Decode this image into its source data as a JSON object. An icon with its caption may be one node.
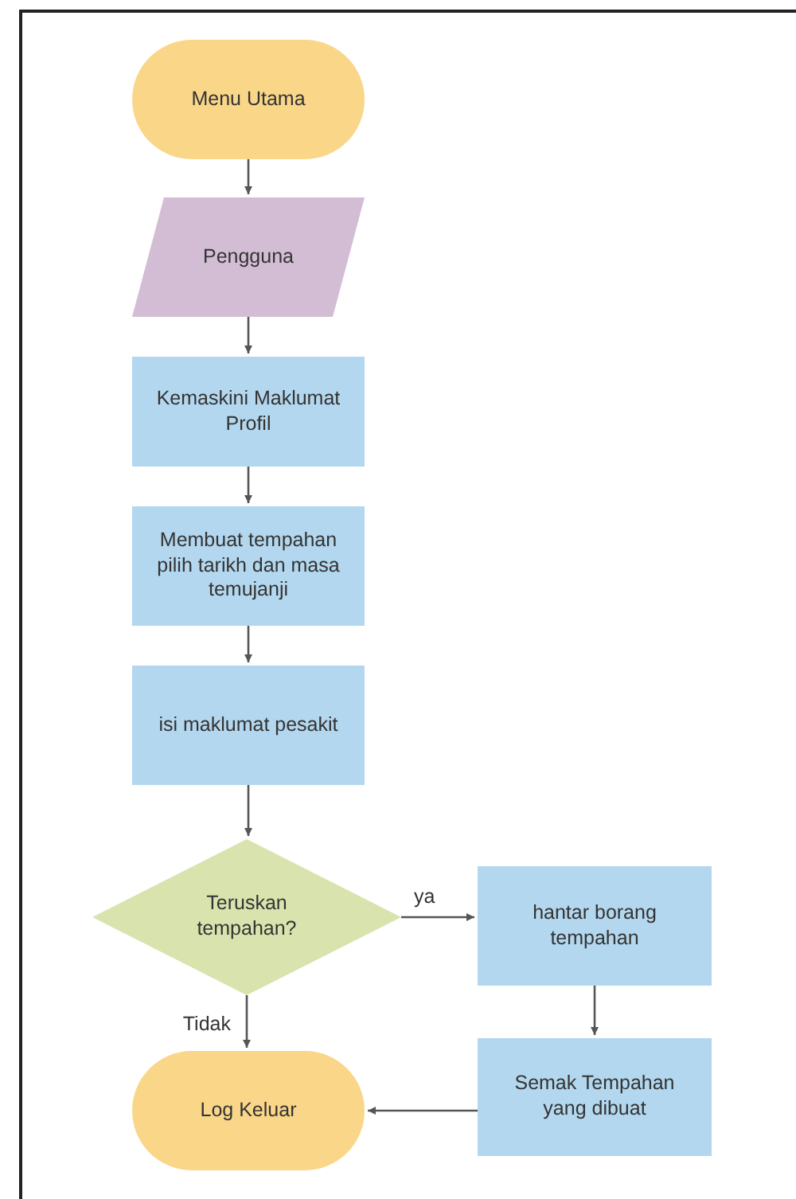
{
  "diagram": {
    "nodes": [
      {
        "text": [
          "Menu Utama"
        ]
      },
      {
        "text": [
          "Pengguna"
        ]
      },
      {
        "text": [
          "Kemaskini Maklumat Profil"
        ]
      },
      {
        "text": [
          "Membuat tempahan pilih tarikh dan masa temujanji"
        ]
      },
      {
        "text": [
          "isi maklumat pesakit"
        ]
      },
      {
        "text": [
          "Teruskan tempahan?"
        ]
      },
      {
        "text": [
          "hantar borang tempahan"
        ]
      },
      {
        "text": [
          "Semak Tempahan yang dibuat"
        ]
      },
      {
        "text": [
          "Log Keluar"
        ]
      }
    ],
    "edges": [
      {
        "from": 0,
        "to": 1,
        "arrow": "to"
      },
      {
        "from": 1,
        "to": 2,
        "arrow": "to"
      },
      {
        "from": 2,
        "to": 3,
        "arrow": "to"
      },
      {
        "from": 3,
        "to": 4,
        "arrow": "to"
      },
      {
        "from": 4,
        "to": 5,
        "arrow": "to"
      },
      {
        "from": 5,
        "to": 6,
        "arrow": "to",
        "label": "ya"
      },
      {
        "from": 6,
        "to": 7,
        "arrow": "to"
      },
      {
        "from": 5,
        "to": 8,
        "arrow": "to",
        "label": "Tidak"
      },
      {
        "from": 7,
        "to": 8,
        "arrow": "to"
      }
    ]
  }
}
